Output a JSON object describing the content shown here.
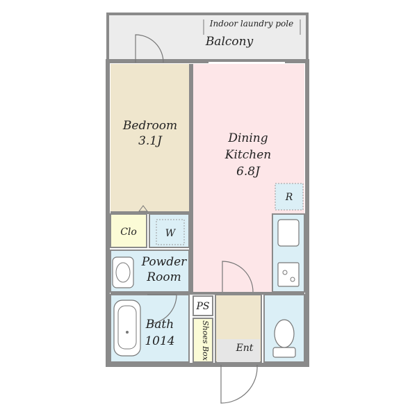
{
  "rooms": {
    "balcony": {
      "label": "Balcony",
      "note": "Indoor laundry pole"
    },
    "bedroom": {
      "label": "Bedroom",
      "size": "3.1J"
    },
    "dining_kitchen": {
      "label_line1": "Dining",
      "label_line2": "Kitchen",
      "size": "6.8J"
    },
    "closet": {
      "label": "Clo"
    },
    "washer": {
      "label": "W"
    },
    "powder_room": {
      "label_line1": "Powder",
      "label_line2": "Room"
    },
    "bath": {
      "label": "Bath",
      "size": "1014"
    },
    "pipe_space": {
      "label": "PS"
    },
    "shoes_box": {
      "label": "Shoes Box"
    },
    "entrance": {
      "label": "Ent"
    },
    "fridge": {
      "label": "R"
    }
  },
  "colors": {
    "bedroom": "#efe6cd",
    "dining_kitchen": "#fde6e8",
    "wet_area": "#dbeff6",
    "closet": "#fbfbd6",
    "entrance": "#efe6cd",
    "balcony": "#ececec",
    "wall": "#8a8a8a"
  }
}
